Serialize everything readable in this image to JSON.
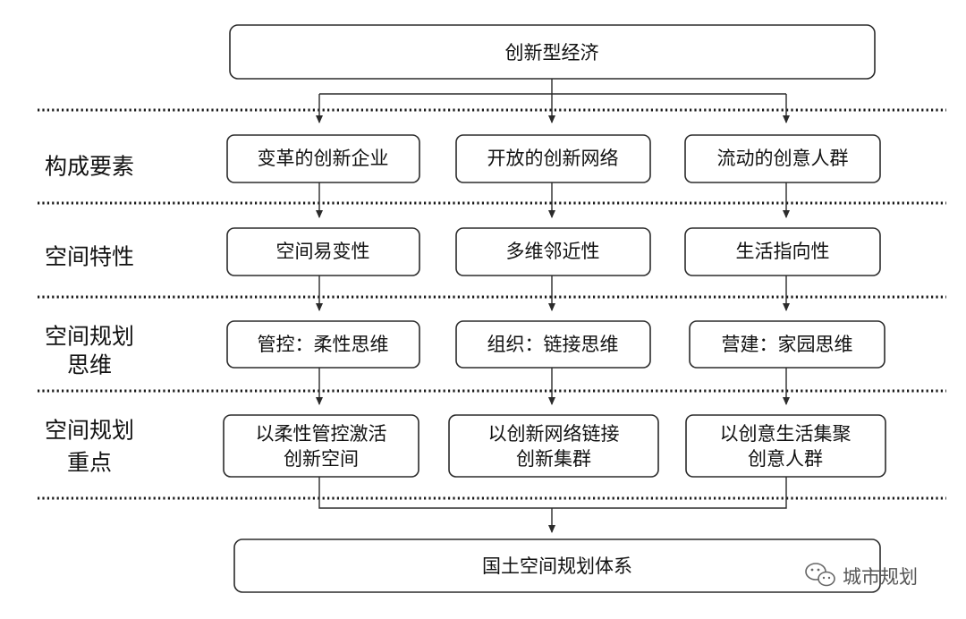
{
  "top": "创新型经济",
  "rows": [
    {
      "label": [
        "构成要素"
      ],
      "items": [
        [
          "变革的创新企业"
        ],
        [
          "开放的创新网络"
        ],
        [
          "流动的创意人群"
        ]
      ]
    },
    {
      "label": [
        "空间特性"
      ],
      "items": [
        [
          "空间易变性"
        ],
        [
          "多维邻近性"
        ],
        [
          "生活指向性"
        ]
      ]
    },
    {
      "label": [
        "空间规划",
        "思维"
      ],
      "items": [
        [
          "管控：柔性思维"
        ],
        [
          "组织：链接思维"
        ],
        [
          "营建：家园思维"
        ]
      ]
    },
    {
      "label": [
        "空间规划",
        "重点"
      ],
      "items": [
        [
          "以柔性管控激活",
          "创新空间"
        ],
        [
          "以创新网络链接",
          "创新集群"
        ],
        [
          "以创意生活集聚",
          "创意人群"
        ]
      ]
    }
  ],
  "bottom": "国土空间规划体系",
  "watermark": {
    "text": "城市规划",
    "icon": "wechat-icon"
  }
}
